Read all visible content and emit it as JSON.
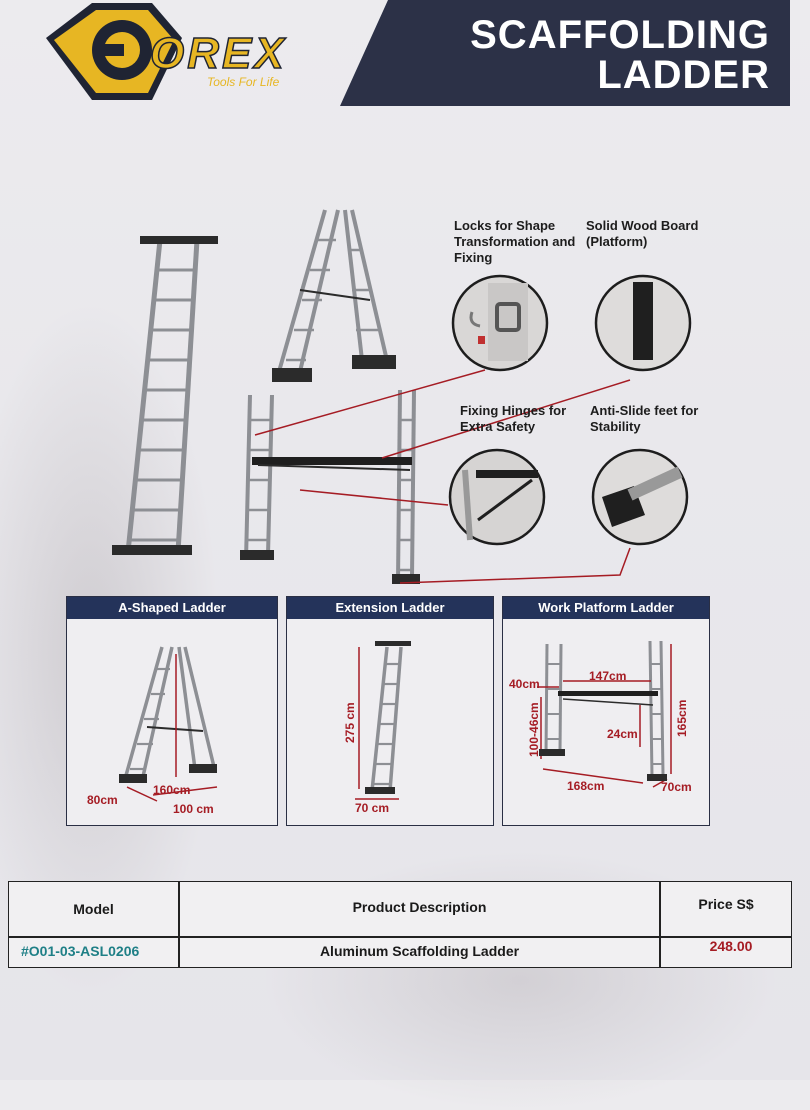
{
  "brand": {
    "logo_text": "OREX",
    "tagline": "Tools For Life"
  },
  "header": {
    "title_line1": "SCAFFOLDING",
    "title_line2": "LADDER"
  },
  "features": [
    {
      "label": "Locks for Shape Transformation and Fixing"
    },
    {
      "label": "Solid Wood Board (Platform)"
    },
    {
      "label": "Fixing Hinges for Extra Safety"
    },
    {
      "label": "Anti-Slide feet for Stability"
    }
  ],
  "panels": {
    "a_shaped": {
      "title": "A-Shaped Ladder",
      "dims": {
        "depth": "80cm",
        "height": "160cm",
        "width": "100 cm"
      }
    },
    "extension": {
      "title": "Extension Ladder",
      "dims": {
        "height": "275 cm",
        "width": "70 cm"
      }
    },
    "work_platform": {
      "title": "Work Platform Ladder",
      "dims": {
        "top": "40cm",
        "platform_length": "147cm",
        "adjust": "100-46cm",
        "gap": "24cm",
        "height": "165cm",
        "length": "168cm",
        "depth": "70cm"
      }
    }
  },
  "table": {
    "headers": {
      "model": "Model",
      "description": "Product Description",
      "price": "Price S$"
    },
    "row": {
      "model": "#O01-03-ASL0206",
      "description": "Aluminum Scaffolding Ladder",
      "price": "248.00"
    }
  },
  "colors": {
    "navy": "#24335a",
    "gold": "#e7b623",
    "dim_red": "#a51c24",
    "model_teal": "#1e7f86"
  }
}
